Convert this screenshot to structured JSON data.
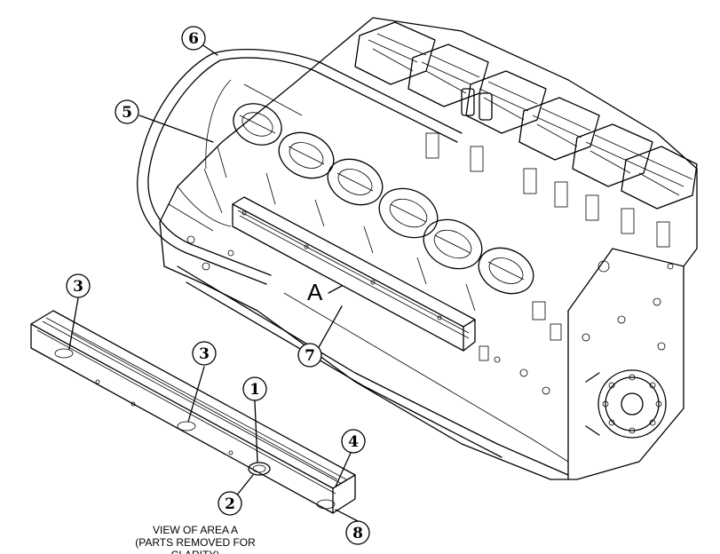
{
  "callouts": {
    "c1": "1",
    "c2": "2",
    "c3a": "3",
    "c3b": "3",
    "c4": "4",
    "c5": "5",
    "c6": "6",
    "c7": "7",
    "c8": "8"
  },
  "area_label": "A",
  "caption": {
    "line1": "VIEW OF AREA A",
    "line2": "(PARTS REMOVED FOR CLARITY)"
  }
}
